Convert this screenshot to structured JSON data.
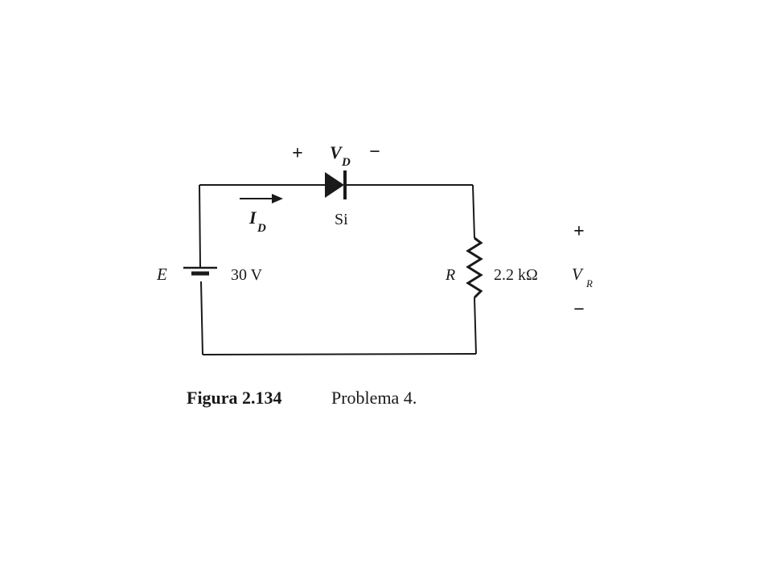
{
  "circuit": {
    "source": {
      "name": "E",
      "value": "30 V"
    },
    "diode": {
      "voltage_symbol": "V",
      "voltage_subscript": "D",
      "plus": "+",
      "minus": "−",
      "material": "Si"
    },
    "current": {
      "symbol": "I",
      "subscript": "D"
    },
    "resistor": {
      "name": "R",
      "value": "2.2 kΩ",
      "voltage_symbol": "V",
      "voltage_subscript": "R",
      "plus": "+",
      "minus": "−"
    }
  },
  "caption": {
    "label": "Figura 2.134",
    "text": "Problema 4."
  }
}
